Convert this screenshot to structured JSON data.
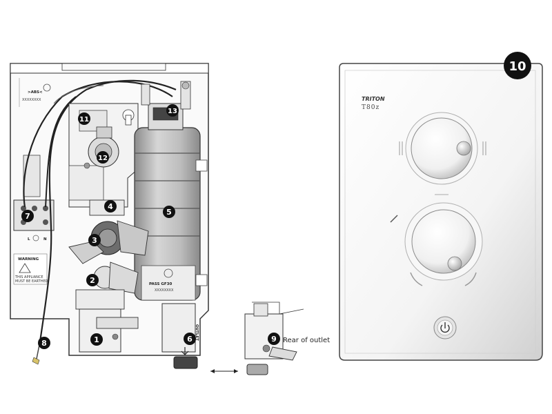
{
  "callouts": [
    {
      "id": "1",
      "label": "1"
    },
    {
      "id": "2",
      "label": "2"
    },
    {
      "id": "3",
      "label": "3"
    },
    {
      "id": "4",
      "label": "4"
    },
    {
      "id": "5",
      "label": "5"
    },
    {
      "id": "6",
      "label": "6"
    },
    {
      "id": "7",
      "label": "7"
    },
    {
      "id": "8",
      "label": "8"
    },
    {
      "id": "9",
      "label": "9"
    },
    {
      "id": "10",
      "label": "10"
    },
    {
      "id": "11",
      "label": "11"
    },
    {
      "id": "12",
      "label": "12"
    },
    {
      "id": "13",
      "label": "13"
    }
  ],
  "rear_outlet_caption": "Rear of outlet",
  "outlet_text": "OUTLET",
  "brand": {
    "name": "TRITON",
    "model": "T80z"
  },
  "plate_text": {
    "material": ">ABS<",
    "serial_top": "XXXXXXXX",
    "pass_code": "PASS GF30",
    "serial_can": "XXXXXXXX",
    "warning": "WARNING",
    "warning_line1": "THIS APPLIANCE",
    "warning_line2": "MUST BE EARTHED",
    "terminal_l": "L",
    "terminal_n": "N"
  },
  "colors": {
    "callout_fill": "#111111",
    "line": "#333333",
    "fill_light": "#f2f2f2",
    "fill_mid": "#c8c8c8"
  }
}
